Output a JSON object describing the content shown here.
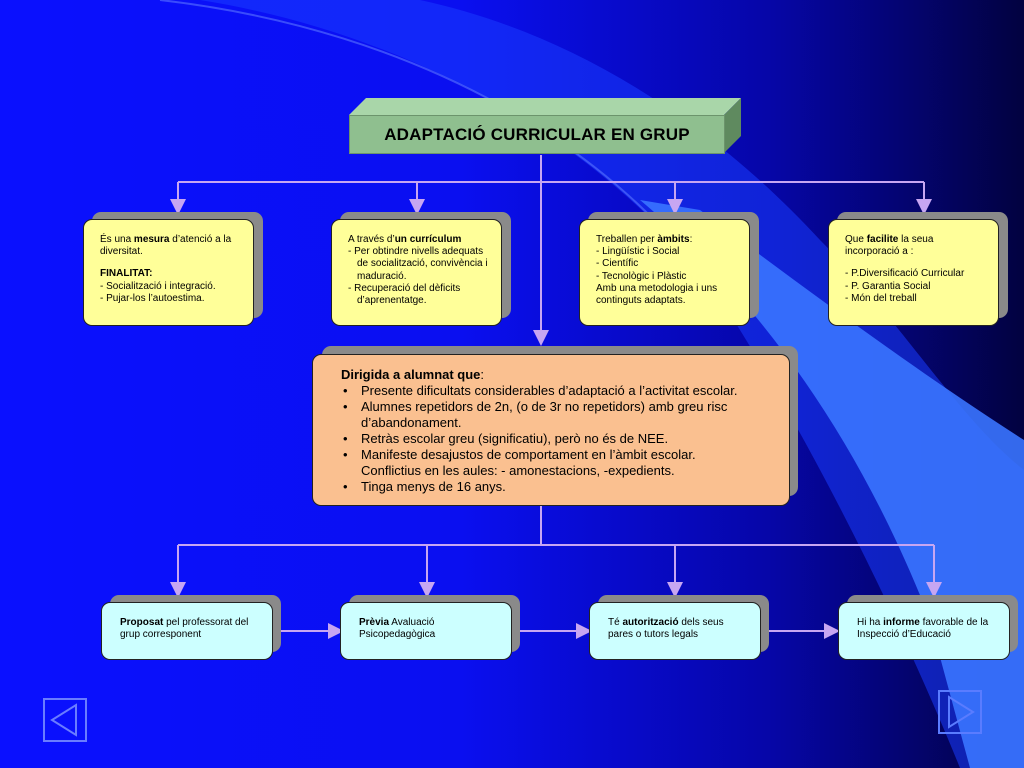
{
  "title": "ADAPTACIÓ CURRICULAR EN GRUP",
  "top_cards": {
    "c1": {
      "l1_pre": "És una ",
      "l1_bold": "mesura",
      "l1_post": " d’atenció a la diversitat.",
      "finalitat": "FINALITAT:",
      "items": [
        "- Socialització i integració.",
        "- Pujar-los l’autoestima."
      ]
    },
    "c2": {
      "l1_pre": "A través d’",
      "l1_bold": "un currículum",
      "items": [
        "- Per obtindre nivells adequats de socialització, convivència i maduració.",
        "- Recuperació del dèficits d’aprenentatge."
      ]
    },
    "c3": {
      "l1_pre": "Treballen per ",
      "l1_bold": "àmbits",
      "items": [
        "- Lingüístic i Social",
        "- Científic",
        "- Tecnològic i Plàstic",
        "Amb una metodologia i uns continguts adaptats."
      ]
    },
    "c4": {
      "l1_pre": "Que ",
      "l1_bold": "facilite",
      "l1_post": " la seua incorporació a :",
      "items": [
        "- P.Diversificació Curricular",
        "- P. Garantia Social",
        "- Món del treball"
      ]
    }
  },
  "center": {
    "heading": "Dirigida a alumnat que",
    "heading_suffix": ":",
    "bullets": [
      "Presente dificultats considerables d’adaptació a l’activitat escolar.",
      "Alumnes repetidors de 2n, (o de 3r no repetidors) amb greu risc d’abandonament.",
      "Retràs escolar greu (significatiu), però no és de NEE.",
      "Manifeste desajustos de comportament en l’àmbit escolar. Conflictius en les aules: - amonestacions, -expedients.",
      "Tinga menys de 16 anys."
    ]
  },
  "bottom_cards": {
    "b1": {
      "bold": "Proposat",
      "rest": " pel professorat del grup corresponent"
    },
    "b2": {
      "bold": "Prèvia",
      "rest": " Avaluació Psicopedagògica"
    },
    "b3": {
      "pre": "Té ",
      "bold": "autorització",
      "rest": " dels seus pares o tutors legals"
    },
    "b4": {
      "pre": "Hi ha ",
      "bold": "informe",
      "rest": " favorable de la Inspecció d’Educació"
    }
  },
  "nav": {
    "prev_icon": "prev-slide-icon",
    "next_icon": "next-slide-icon"
  },
  "colors": {
    "title": "#8fbf8f",
    "top_cards": "#ffff99",
    "center": "#fac090",
    "bottom_cards": "#ccffff",
    "connector": "#c7a6f2"
  }
}
